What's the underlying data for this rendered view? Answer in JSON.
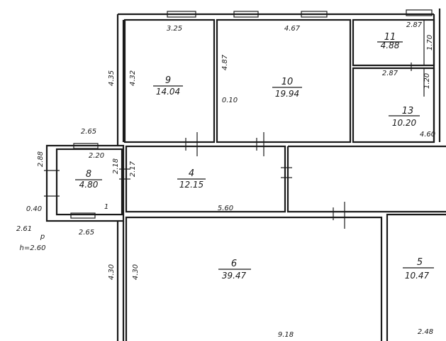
{
  "rooms": [
    {
      "id": "r9",
      "number": "9",
      "area": "14.04"
    },
    {
      "id": "r10",
      "number": "10",
      "area": "19.94"
    },
    {
      "id": "r11",
      "number": "11",
      "area": "4.88"
    },
    {
      "id": "r13",
      "number": "13",
      "area": "10.20"
    },
    {
      "id": "r8",
      "number": "8",
      "area": "4.80"
    },
    {
      "id": "r4",
      "number": "4",
      "area": "12.15"
    },
    {
      "id": "r6",
      "number": "6",
      "area": "39.47"
    },
    {
      "id": "r5",
      "number": "5",
      "area": "10.47"
    }
  ],
  "dimensions": [
    "3.25",
    "4.67",
    "2.87",
    "1.70",
    "4.35",
    "4.32",
    "4.87",
    "0.10",
    "2.87",
    "1.20",
    "4.60",
    "2.65",
    "2.88",
    "2.20",
    "2.18",
    "2.17",
    "0.40",
    "2.65",
    "5.60",
    "2.61",
    "4.30",
    "4.30",
    "9.18",
    "2.48"
  ],
  "notes": {
    "ceiling_height": "h=2.60",
    "mark_p": "p",
    "mark_1": "1"
  }
}
